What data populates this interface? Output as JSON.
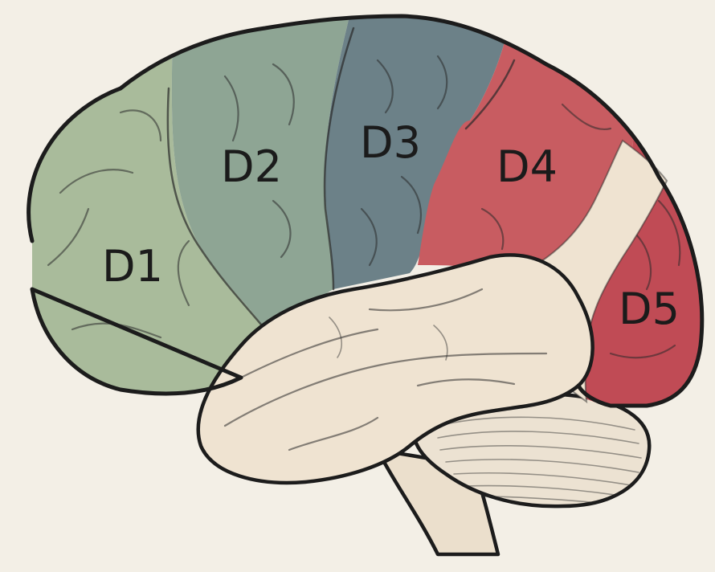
{
  "diagram": {
    "regions": [
      {
        "id": "D1",
        "label": "D1",
        "color": "#a9bb9b"
      },
      {
        "id": "D2",
        "label": "D2",
        "color": "#8ea594"
      },
      {
        "id": "D3",
        "label": "D3",
        "color": "#6c8188"
      },
      {
        "id": "D4",
        "label": "D4",
        "color": "#c85c61"
      },
      {
        "id": "D5",
        "label": "D5",
        "color": "#c04b55"
      }
    ],
    "colors": {
      "background": "#f3efe6",
      "temporal_lobe": "#efe3d1",
      "cerebellum": "#ece2d2",
      "brainstem": "#ebdfcc",
      "outline": "#1c1c1c"
    }
  }
}
